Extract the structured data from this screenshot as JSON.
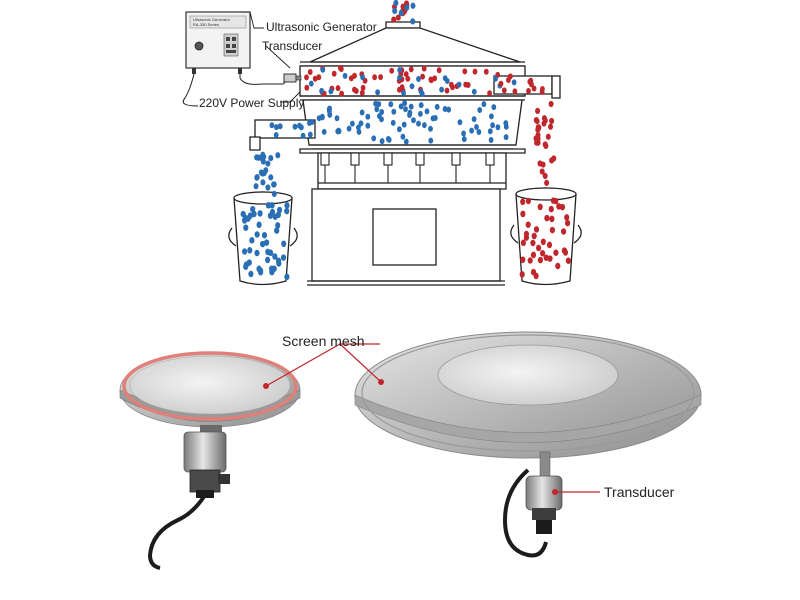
{
  "labels": {
    "ultrasonic_generator": "Ultrasonic Generator",
    "transducer_top": "Transducer",
    "power_supply": "220V Power Supply",
    "screen_mesh": "Screen mesh",
    "transducer_bottom": "Transducer"
  },
  "controller": {
    "line1": "Ultrasonic Generator",
    "line2": "RA-350 Series"
  },
  "colors": {
    "fine_particle": "#2a6fb5",
    "coarse_particle": "#c0272d",
    "outline": "#222222",
    "callout": "#c0272d",
    "mesh_ring": "#e0807a"
  }
}
